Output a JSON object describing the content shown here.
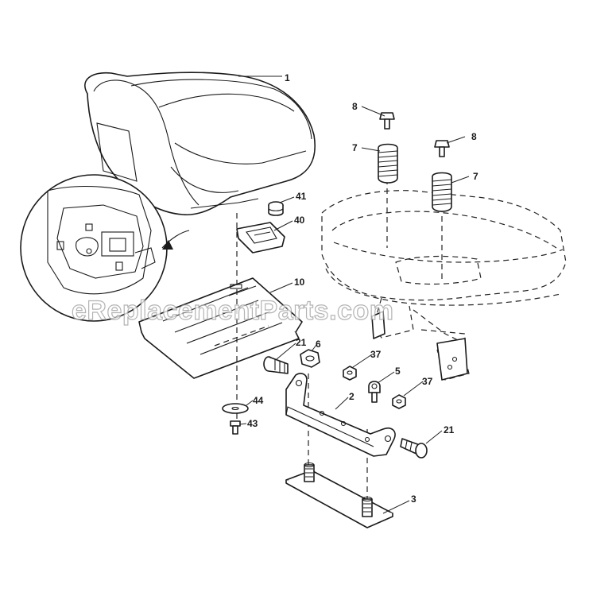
{
  "watermark": "eReplacementParts.com",
  "callouts": {
    "c1": "1",
    "c8a": "8",
    "c8b": "8",
    "c7a": "7",
    "c7b": "7",
    "c41": "41",
    "c40": "40",
    "c10": "10",
    "c21a": "21",
    "c6": "6",
    "c37a": "37",
    "c5": "5",
    "c37b": "37",
    "c2": "2",
    "c44": "44",
    "c43": "43",
    "c21b": "21",
    "c3": "3"
  }
}
